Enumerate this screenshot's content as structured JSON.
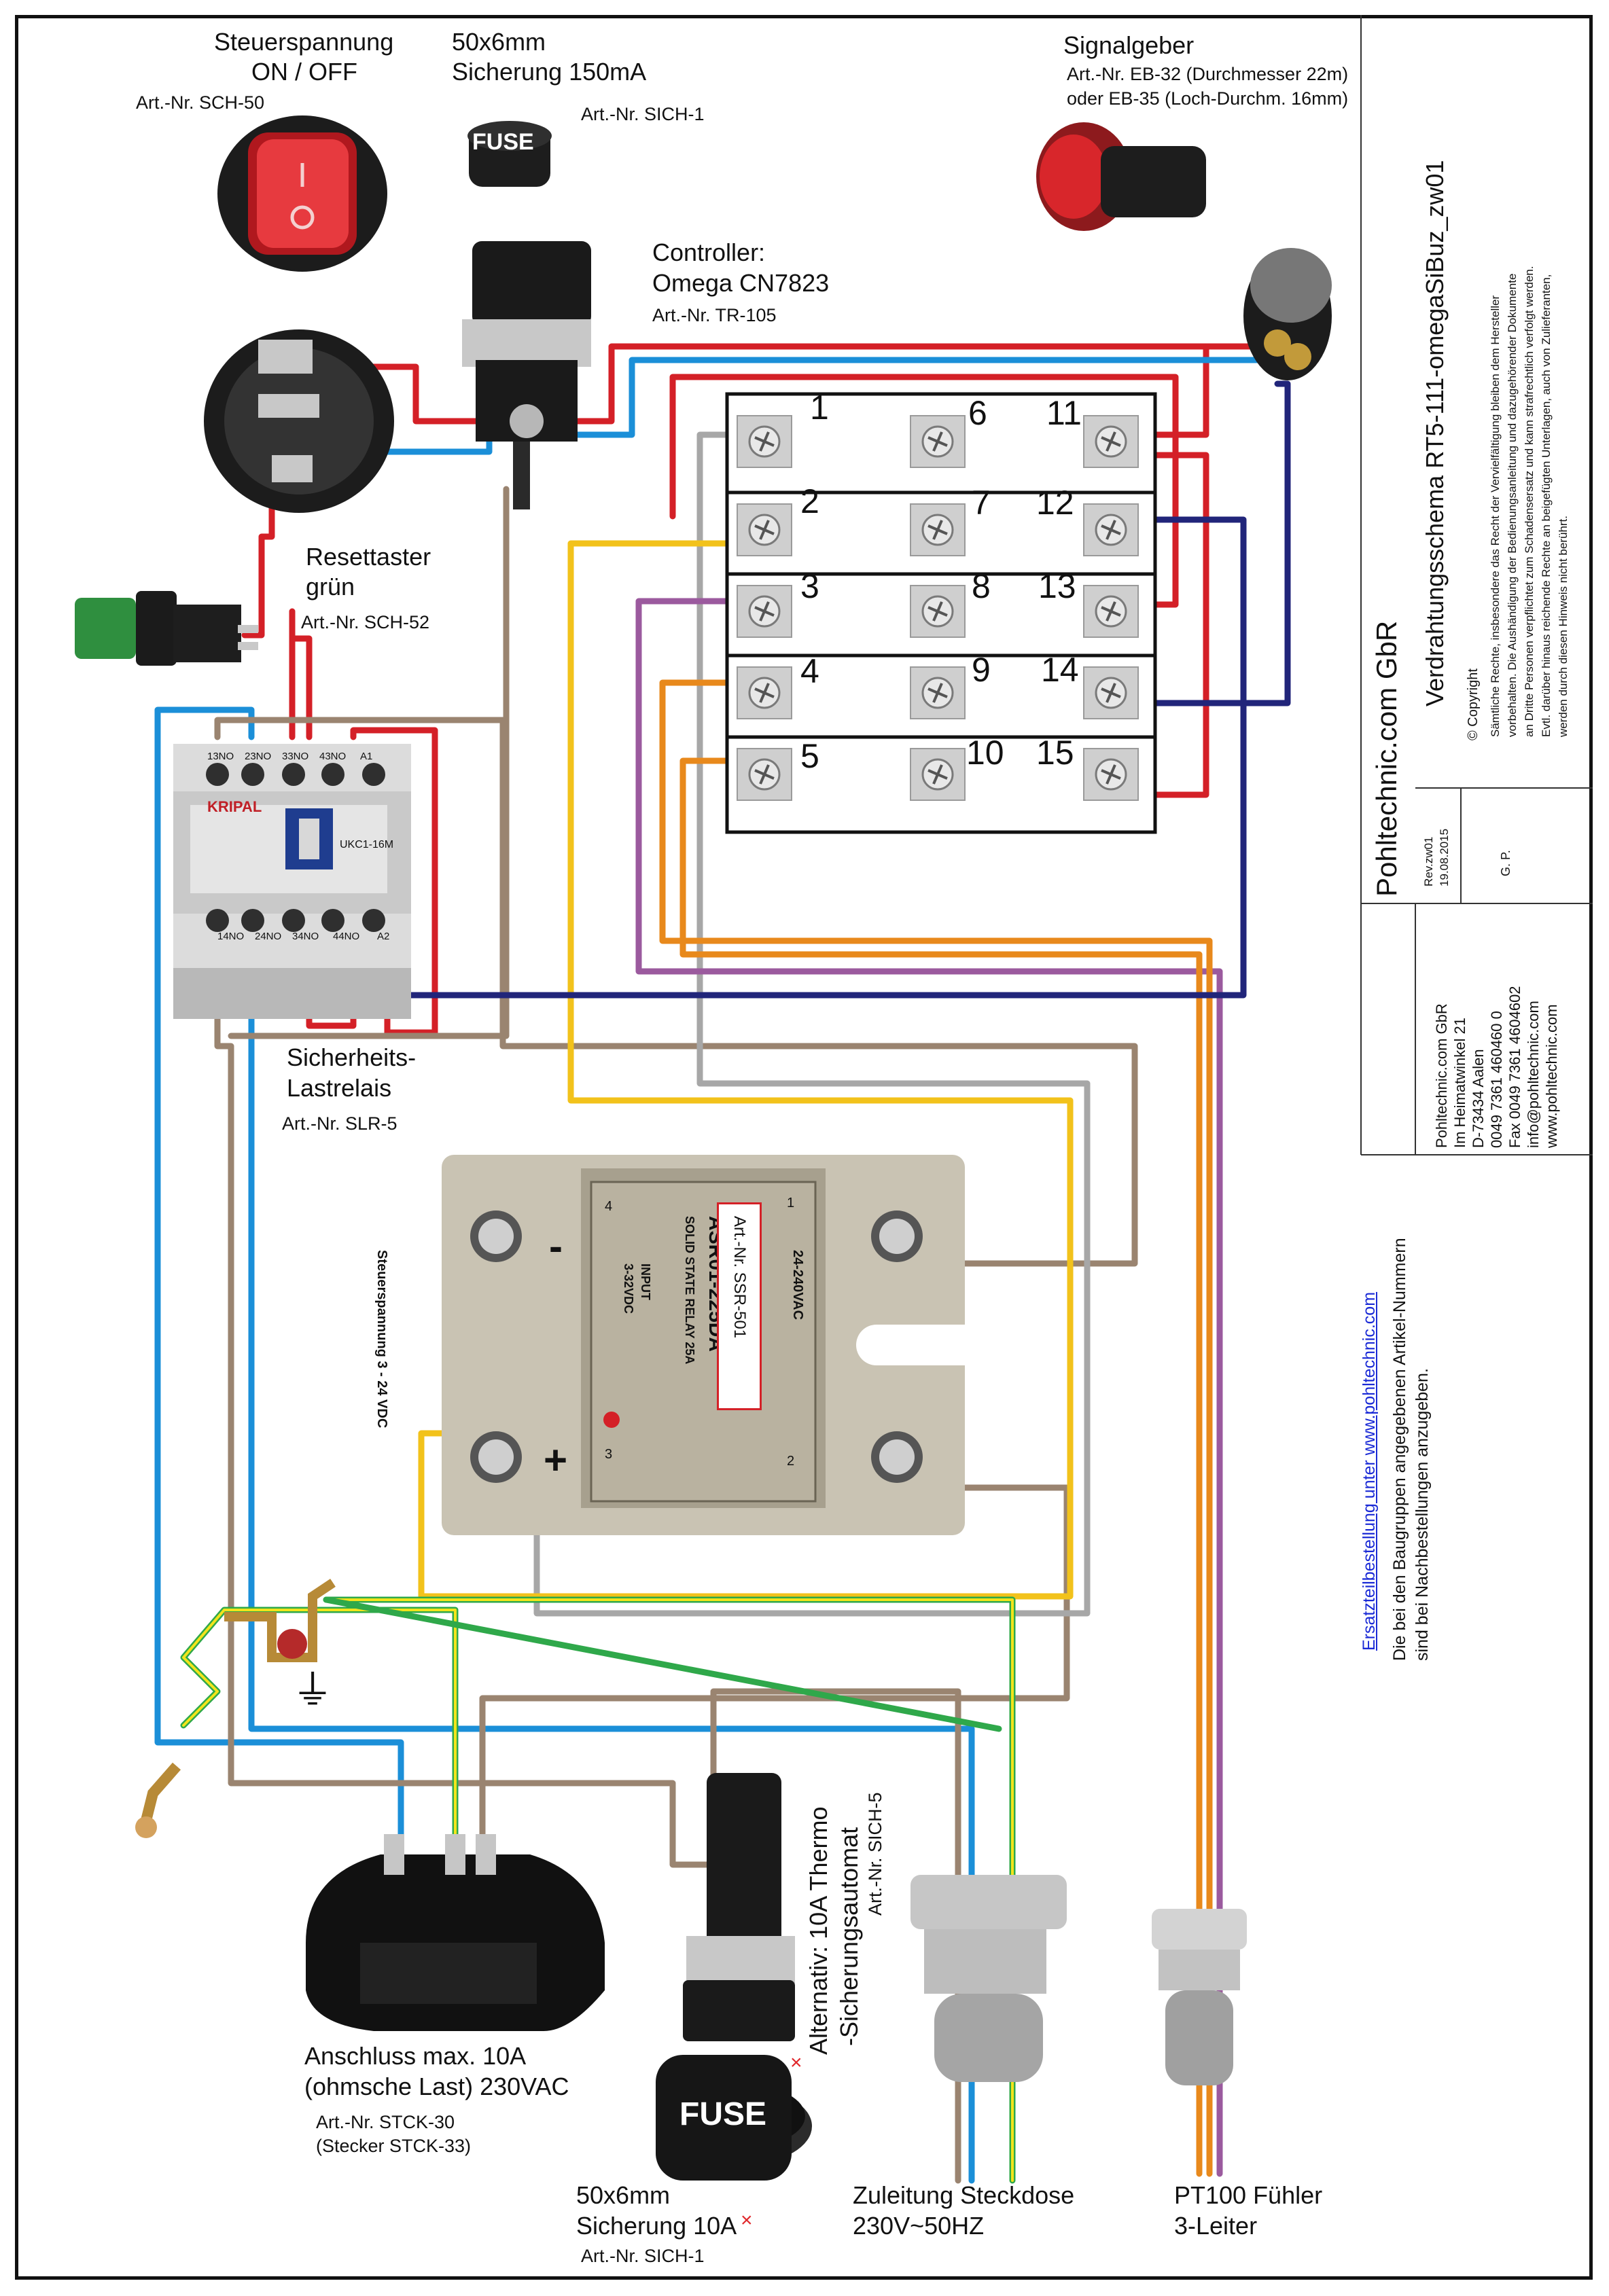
{
  "components": {
    "switch": {
      "title_line1": "Steuerspannung",
      "title_line2": "ON / OFF",
      "article": "Art.-Nr. SCH-50"
    },
    "fuse_small": {
      "line1": "50x6mm",
      "line2": "Sicherung 150mA",
      "article": "Art.-Nr. SICH-1",
      "cap_text": "FUSE"
    },
    "controller": {
      "line1": "Controller:",
      "line2": "Omega CN7823",
      "article": "Art.-Nr. TR-105"
    },
    "buzzer": {
      "title": "Signalgeber",
      "article_line1": "Art.-Nr. EB-32 (Durchmesser 22m)",
      "article_line2": "oder EB-35 (Loch-Durchm. 16mm)"
    },
    "reset": {
      "line1": "Resettaster",
      "line2": "grün",
      "article": "Art.-Nr.  SCH-52"
    },
    "relay": {
      "brand": "KRIPAL",
      "model": "UKC1-16M",
      "top_terms": [
        "13NO",
        "23NO",
        "33NO",
        "43NO",
        "A1"
      ],
      "bottom_terms": [
        "14NO",
        "24NO",
        "34NO",
        "44NO",
        "A2"
      ],
      "line1": "Sicherheits-",
      "line2": "Lastrelais",
      "article": "Art.-Nr.  SLR-5"
    },
    "ssr": {
      "minus": "-",
      "plus": "+",
      "article": "Art.-Nr. SSR-501",
      "model": "ASR01-225DA",
      "type": "SOLID STATE RELAY  25A",
      "input": "INPUT",
      "input_v": "3-32VDC",
      "output_v": "24-240VAC",
      "t1": "1",
      "t2": "2",
      "t3": "3",
      "t4": "4",
      "side_label": "Steuerspannung 3 - 24 VDC"
    },
    "ground_symbol": "⏚",
    "socket": {
      "line1": "Anschluss max. 10A",
      "line2": "(ohmsche Last) 230VAC",
      "article": "Art.-Nr. STCK-30",
      "plug": "(Stecker STCK-33)"
    },
    "fuse_large": {
      "line1": "50x6mm",
      "line2": "Sicherung 10A",
      "article": "Art.-Nr.  SICH-1",
      "cap_text": "FUSE",
      "x": "×"
    },
    "alt": {
      "line1": "Alternativ: 10A Thermo",
      "line2": "-Sicherungsautomat",
      "article": "Art.-Nr. SICH-5",
      "x": "×"
    },
    "mains": {
      "line1": "Zuleitung Steckdose",
      "line2": "230V~50HZ"
    },
    "pt100": {
      "line1": "PT100 Fühler",
      "line2": "3-Leiter"
    }
  },
  "terminals": [
    "1",
    "2",
    "3",
    "4",
    "5",
    "6",
    "7",
    "8",
    "9",
    "10",
    "11",
    "12",
    "13",
    "14",
    "15"
  ],
  "title_block": {
    "company": "Pohltechnic.com GbR",
    "drawing_title": "Verdrahtungsschema  RT5-111-omegaSiBuz_zw01",
    "copyright_title": "Copyright",
    "copyright_lines": [
      "Sämtliche Rechte, insbesondere das Recht  der Vervielfältigung bleiben dem Hersteller",
      "vorbehalten. Die Aushändigung der Bedienungsanleitung und dazugehörender Dokumente",
      "an Dritte Personen verpflichtet zum Schadensersatz und kann strafrechtlich verfolgt werden.",
      "Evtl. darüber hinaus reichende Rechte an beigefügten Unterlagen, auch von Zulieferanten,",
      "werden durch diesen Hinweis nicht berührt."
    ],
    "rev": "Rev.zw01",
    "date": "19.08.2015",
    "author": "G. P.",
    "address_lines": [
      "Pohltechnic.com GbR",
      "Im Heimatwinkel 21",
      "D-73434 Aalen",
      "0049 7361 460460 0",
      "Fax 0049 7361 4604602",
      "info@pohltechnic.com",
      "www.pohltechnic.com"
    ]
  },
  "order_note": {
    "link": "Ersatzteilbestellung unter www.pohltechnic.com",
    "line1": "Die bei den Baugruppen angegebenen Artikel-Nummern",
    "line2": "sind bei Nachbestellungen anzugeben."
  },
  "wire_colors": {
    "red": "#d42027",
    "blue": "#1b8fd8",
    "brown": "#9a8470",
    "grey": "#a7a7a7",
    "yellow": "#f2c21b",
    "orange": "#e8891c",
    "purple": "#9b5a9e",
    "navy": "#21257a",
    "green": "#2fa84a"
  }
}
